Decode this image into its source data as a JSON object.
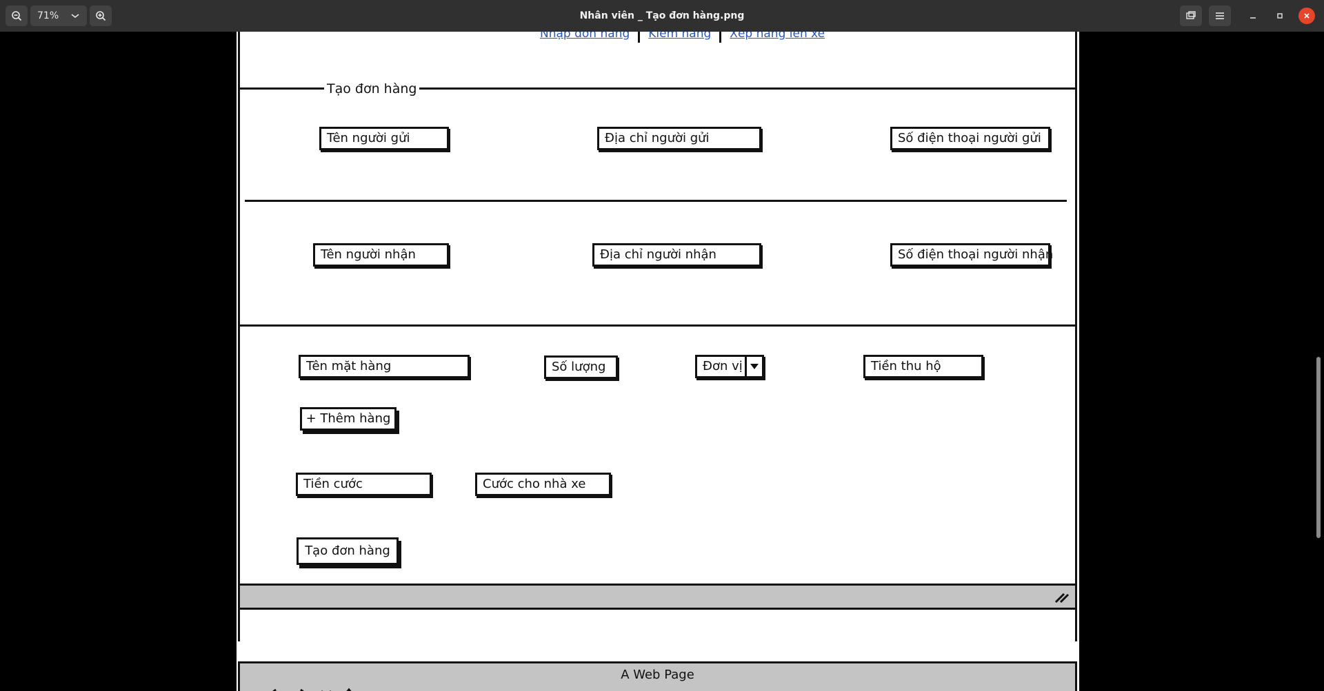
{
  "window": {
    "zoom_level": "71%",
    "title": "Nhân viên _ Tạo đơn hàng.png"
  },
  "nav_links": [
    "Nhập đơn hàng",
    "Kiểm hàng",
    "Xếp hàng lên xe"
  ],
  "form": {
    "legend": "Tạo đơn hàng",
    "sender": {
      "name_placeholder": "Tên người gửi",
      "address_placeholder": "Địa chỉ người gửi",
      "phone_placeholder": "Số điện thoại người gửi"
    },
    "receiver": {
      "name_placeholder": "Tên người nhận",
      "address_placeholder": "Địa chỉ người nhận",
      "phone_placeholder": "Số điện thoại người nhận"
    },
    "item": {
      "name_placeholder": "Tên mặt hàng",
      "quantity_placeholder": "Số lượng",
      "unit_selected": "Đơn vị",
      "cod_placeholder": "Tiền thu hộ"
    },
    "add_item_label": "+ Thêm hàng",
    "fee_placeholder": "Tiền cước",
    "carrier_fee_placeholder": "Cước cho nhà xe",
    "submit_label": "Tạo đơn hàng"
  },
  "browser": {
    "title": "A Web Page"
  }
}
